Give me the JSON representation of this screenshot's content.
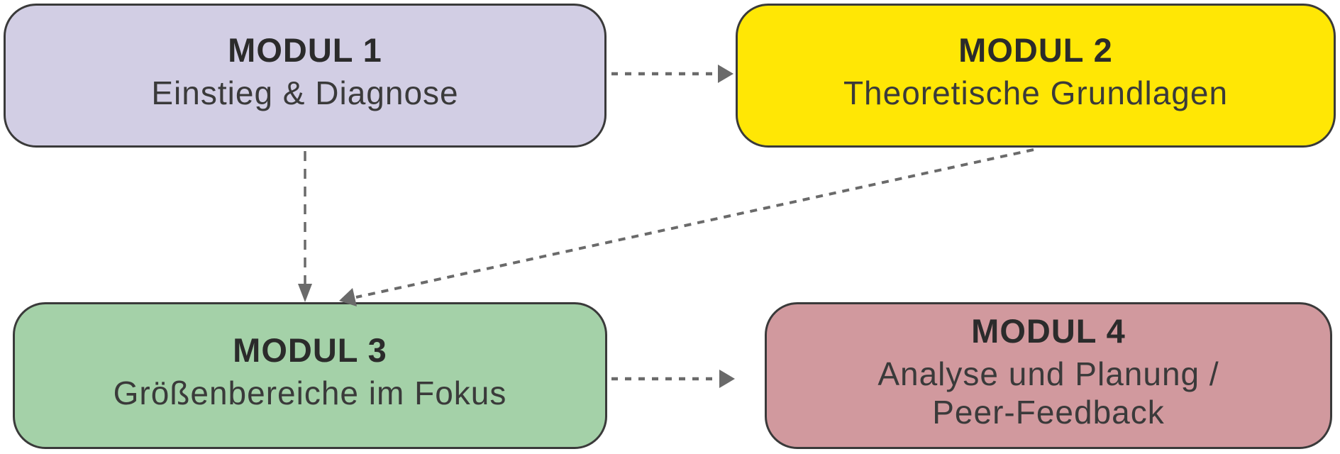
{
  "diagram": {
    "background": "#ffffff",
    "colors": {
      "border": "#3a3a3a",
      "arrow": "#6a6a6a",
      "heading": "#2b2b2b",
      "subtitle": "#3a3a3a"
    },
    "modules": [
      {
        "title": "MODUL 1",
        "subtitle": "Einstieg & Diagnose",
        "fill": "#d2cee4"
      },
      {
        "title": "MODUL 2",
        "subtitle": "Theoretische Grundlagen",
        "fill": "#ffe705"
      },
      {
        "title": "MODUL 3",
        "subtitle": "Größenbereiche im Fokus",
        "fill": "#a4d1a8"
      },
      {
        "title": "MODUL 4",
        "subtitle": "Analyse und Planung /\nPeer-Feedback",
        "fill": "#d1999e"
      }
    ],
    "connections": [
      {
        "from": "MODUL 1",
        "to": "MODUL 2",
        "style": "dashed-arrow"
      },
      {
        "from": "MODUL 1",
        "to": "MODUL 3",
        "style": "dashed-arrow"
      },
      {
        "from": "MODUL 2",
        "to": "MODUL 3",
        "style": "dashed-arrow"
      },
      {
        "from": "MODUL 3",
        "to": "MODUL 4",
        "style": "dashed-arrow"
      }
    ]
  }
}
